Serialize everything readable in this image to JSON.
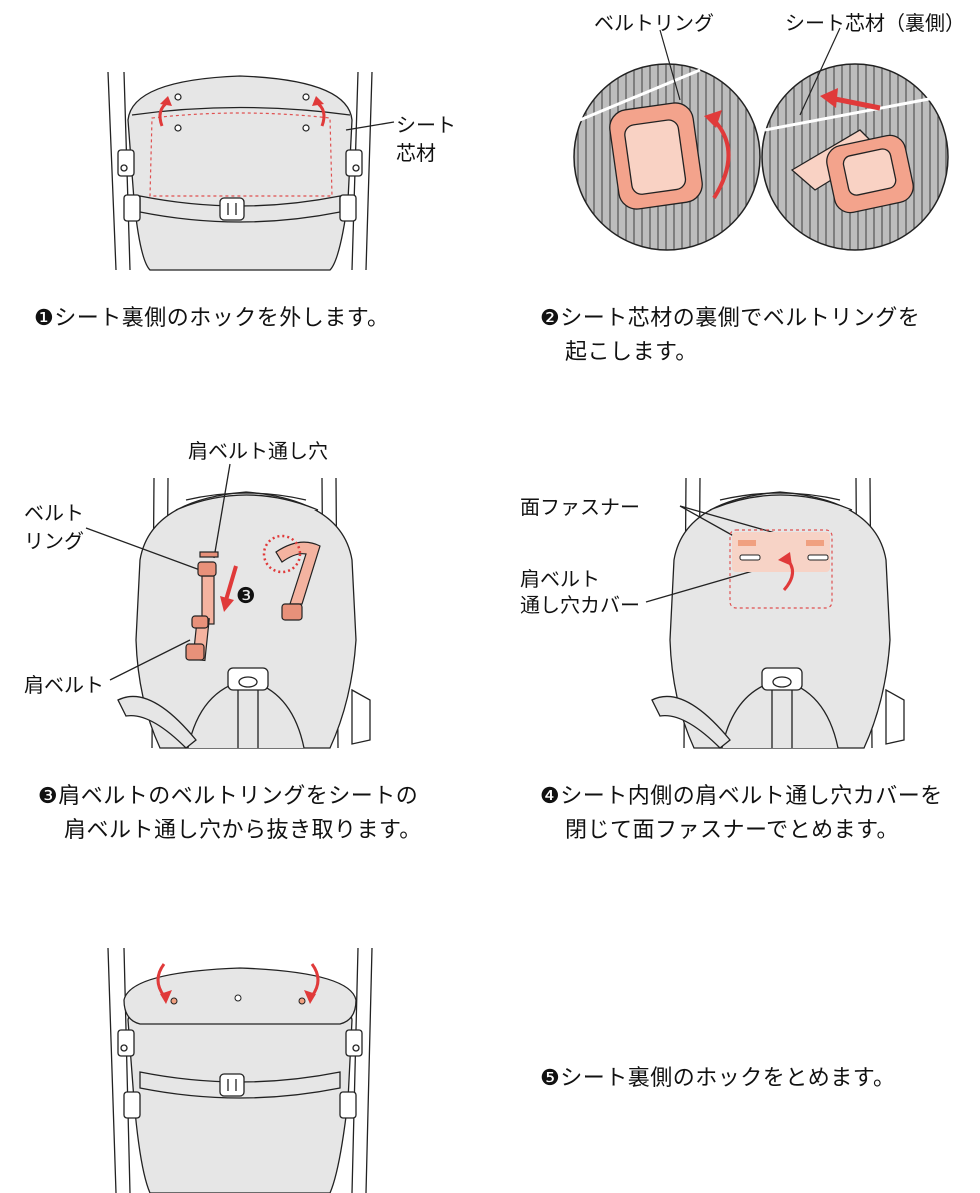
{
  "steps": [
    {
      "caption": "❶シート裏側のホックを外します。",
      "callout": [
        "シート",
        "芯材"
      ]
    },
    {
      "caption_lines": [
        "❷シート芯材の裏側でベルトリングを",
        "起こします。"
      ],
      "label_ring": "ベルトリング",
      "label_core": "シート芯材（裏側）"
    },
    {
      "caption_lines": [
        "❸肩ベルトのベルトリングをシートの",
        "肩ベルト通し穴から抜き取ります。"
      ],
      "label_hole": "肩ベルト通し穴",
      "label_ring": [
        "ベルト",
        "リング"
      ],
      "label_belt": "肩ベルト",
      "marker": "❸"
    },
    {
      "caption_lines": [
        "❹シート内側の肩ベルト通し穴カバーを",
        "閉じて面ファスナーでとめます。"
      ],
      "label_fastener": "面ファスナー",
      "label_cover": [
        "肩ベルト",
        "通し穴カバー"
      ]
    },
    {
      "caption": "❺シート裏側のホックをとめます。"
    }
  ],
  "colors": {
    "arrow": "#e03a3a",
    "belt": "#f4b3a0",
    "belt_dark": "#e8917a",
    "seat": "#e6e6e6",
    "line": "#222222",
    "dash": "#e05050"
  }
}
